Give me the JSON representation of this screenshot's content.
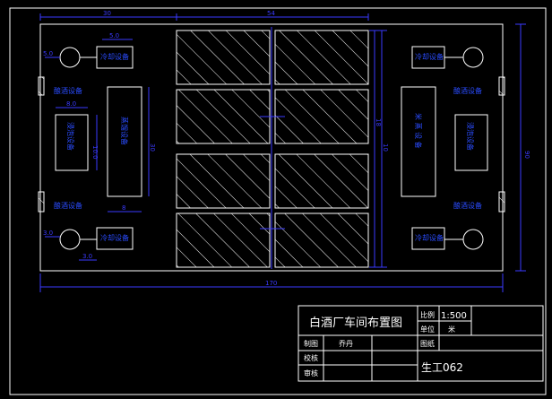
{
  "drawing": {
    "dimensions": {
      "top_left": "30",
      "top_middle": "54",
      "total_width": "170",
      "right_height": "90",
      "left_small_top": "5.0",
      "left_small_a": "3.0",
      "left_small_b": "10",
      "left_circle_d": "5.0",
      "left_bottom_a": "3.0",
      "left_bottom_b": "3.0",
      "left_mid_a": "8.0",
      "left_mid_b": "10.0",
      "left_mid_c": "30",
      "left_mid_d": "8",
      "center_a": "18",
      "center_b": "10",
      "center_c": "10"
    },
    "labels": {
      "cooling_equipment": "冷却设备",
      "brewing_equipment": "酿酒设备",
      "steaming_equipment": "蒸馏设备",
      "soaking_equipment": "浸泡设备",
      "vertical_left": "蒸馏设备",
      "vertical_right": "米 蒸 设 备"
    }
  },
  "title_block": {
    "title": "白酒厂车间布置图",
    "scale_label": "比例",
    "scale_value": "1:500",
    "unit_label": "单位",
    "unit_value": "米",
    "drawn_label": "制图",
    "drawn_value": "乔丹",
    "drawing_no_label": "图纸",
    "check_label": "校核",
    "review_label": "审核",
    "class_name": "生工062"
  },
  "colors": {
    "background": "#000000",
    "outline": "#ffffff",
    "dimension": "#3a3aff",
    "cyan_text": "#2a4cff"
  }
}
